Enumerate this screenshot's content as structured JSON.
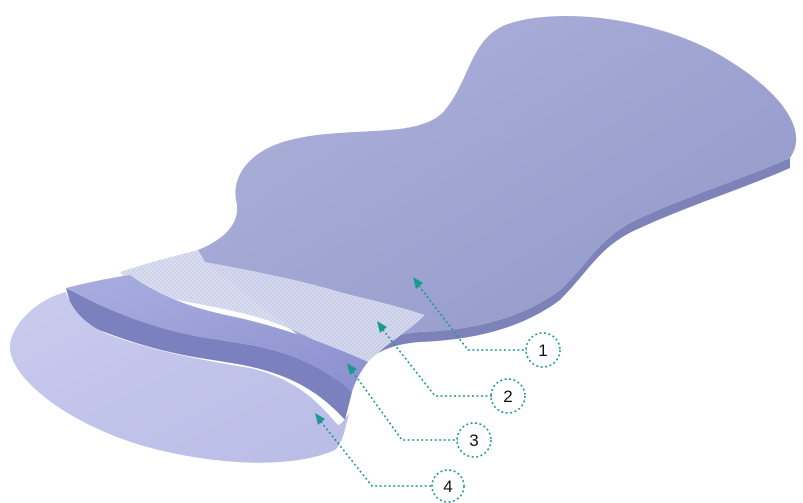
{
  "colors": {
    "layer1_top": "#9ea4d2",
    "layer1_edge": "#7d83b8",
    "layer2": "#d3d8ec",
    "layer3": "#9a9fd8",
    "layer4": "#c4c7ea",
    "callout": "#1a9a8e"
  },
  "callouts": [
    {
      "label": "1"
    },
    {
      "label": "2"
    },
    {
      "label": "3"
    },
    {
      "label": "4"
    }
  ]
}
